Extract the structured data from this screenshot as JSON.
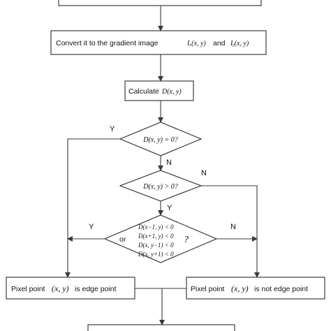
{
  "nodes": {
    "top_box": {
      "text": ""
    },
    "gradient_box": {
      "prefix": "Convert it to the gradient image",
      "math_x": "Iₓ(x, y)",
      "conj": "and",
      "math_y": "Iᵧ(x, y)"
    },
    "calc_box": {
      "prefix": "Calculate",
      "math": "D(x, y)"
    },
    "decision_zero": {
      "math": "D(x, y) = 0?"
    },
    "decision_positive": {
      "math": "D(x, y) > 0?"
    },
    "decision_neighbors": {
      "or": "or",
      "lines": [
        "D(x−1, y) < 0",
        "D(x+1, y) < 0",
        "D(x, y−1) < 0",
        "D(x, y+1) < 0"
      ],
      "q": "?"
    },
    "edge_box": {
      "prefix": "Pixel point",
      "math": "(x, y)",
      "suffix": "is edge point"
    },
    "not_edge_box": {
      "prefix": "Pixel point",
      "math": "(x, y)",
      "suffix": "is not edge point"
    },
    "bottom_box": {
      "text": ""
    }
  },
  "edge_labels": {
    "zero_yes": "Y",
    "zero_no": "N",
    "pos_no": "N",
    "pos_yes": "Y",
    "neigh_yes": "Y",
    "neigh_no": "N"
  },
  "colors": {
    "stroke": "#2b2b2b",
    "fill": "#ffffff",
    "text": "#111111"
  }
}
